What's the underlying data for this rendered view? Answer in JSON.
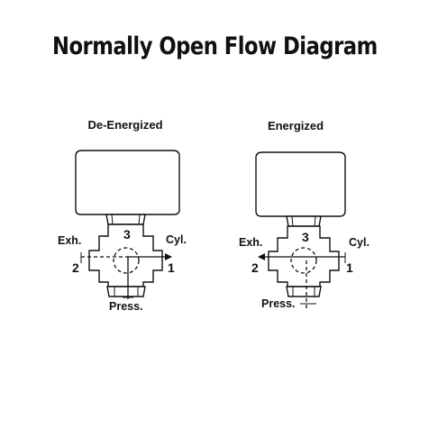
{
  "title": "Normally Open Flow Diagram",
  "diagrams": [
    {
      "state": "De-Energized",
      "ports": {
        "exhaust": "Exh.",
        "cylinder": "Cyl.",
        "pressure": "Press.",
        "num_2": "2",
        "num_1": "1",
        "num_3": "3"
      }
    },
    {
      "state": "Energized",
      "ports": {
        "exhaust": "Exh.",
        "cylinder": "Cyl.",
        "pressure": "Press.",
        "num_2": "2",
        "num_1": "1",
        "num_3": "3"
      }
    }
  ]
}
